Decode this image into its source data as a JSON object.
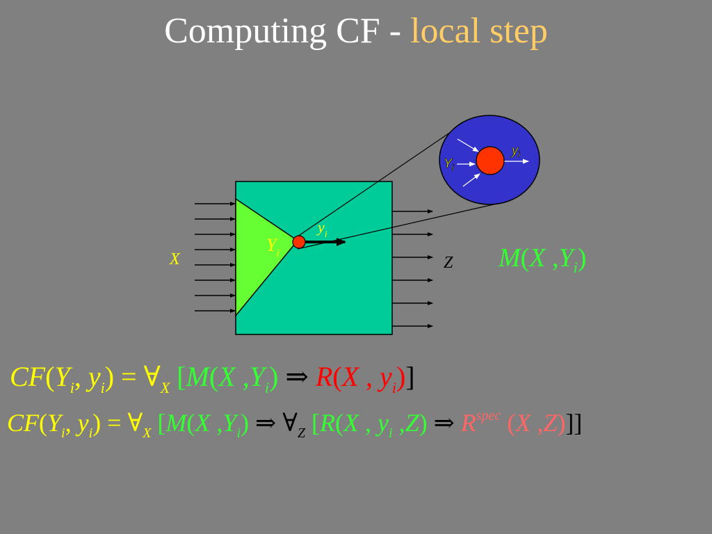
{
  "title": {
    "main": "Computing CF",
    "sep": " - ",
    "accent": "local step"
  },
  "colors": {
    "background": "#808080",
    "box": "#00cc99",
    "region": "#66ff33",
    "node": "#ff3300",
    "zoom_circle": "#3333cc",
    "yellow": "#ffff00",
    "green": "#33ff33",
    "red": "#ff0000",
    "pink": "#ff6666",
    "black": "#000000",
    "white": "#ffffff"
  },
  "diagram": {
    "input_label": "X",
    "output_label": "Z",
    "region_label": {
      "base": "Y",
      "sub": "i"
    },
    "node_label": {
      "base": "y",
      "sub": "i"
    },
    "zoom": {
      "in_label": {
        "base": "Y",
        "sub": "i"
      },
      "out_label": {
        "base": "y",
        "sub": "i"
      }
    },
    "model": {
      "M": "M",
      "lp": "(",
      "X": "X",
      "comma": " ,",
      "Y": "Y",
      "sub": "i",
      "rp": ")"
    }
  },
  "formula1": {
    "lhs": {
      "CF": "CF",
      "lp": "(",
      "Y": "Y",
      "sub_i": "i",
      "comma": ", ",
      "y": "y",
      "sub_i2": "i",
      "rp": ")",
      "eq": " = "
    },
    "forall": "∀",
    "forall_sub": "X",
    "lb": " [",
    "M": "M",
    "m_lp": "(",
    "m_X": "X",
    "m_comma": " ,",
    "m_Y": "Y",
    "m_sub": "i",
    "m_rp": ")",
    "implies": " ⇒ ",
    "R": "R",
    "r_lp": "(",
    "r_X": "X",
    "r_comma": " , ",
    "r_y": "y",
    "r_sub": "i",
    "r_rp": ")",
    "rb": "]"
  },
  "formula2": {
    "lhs": {
      "CF": "CF",
      "lp": "(",
      "Y": "Y",
      "sub_i": "i",
      "comma": ", ",
      "y": "y",
      "sub_i2": "i",
      "rp": ")",
      "eq": " = "
    },
    "forall": "∀",
    "forall_sub": "X",
    "lb": " [",
    "M": "M",
    "m_lp": "(",
    "m_X": "X",
    "m_comma": " ,",
    "m_Y": "Y",
    "m_sub": "i",
    "m_rp": ")",
    "implies1": " ⇒ ",
    "forall2": "∀",
    "forall2_sub": "Z",
    "lb2": " [",
    "R": "R",
    "r_lp": "(",
    "r_X": "X",
    "r_comma1": " , ",
    "r_y": "y",
    "r_sub": "i",
    "r_comma2": " ,",
    "r_Z": "Z",
    "r_rp": ")",
    "implies2": " ⇒ ",
    "Rspec": "R",
    "spec": "spec",
    "s_lp": " (",
    "s_X": "X",
    "s_comma": " ,",
    "s_Z": "Z",
    "s_rp": ")",
    "rb": "]]"
  }
}
